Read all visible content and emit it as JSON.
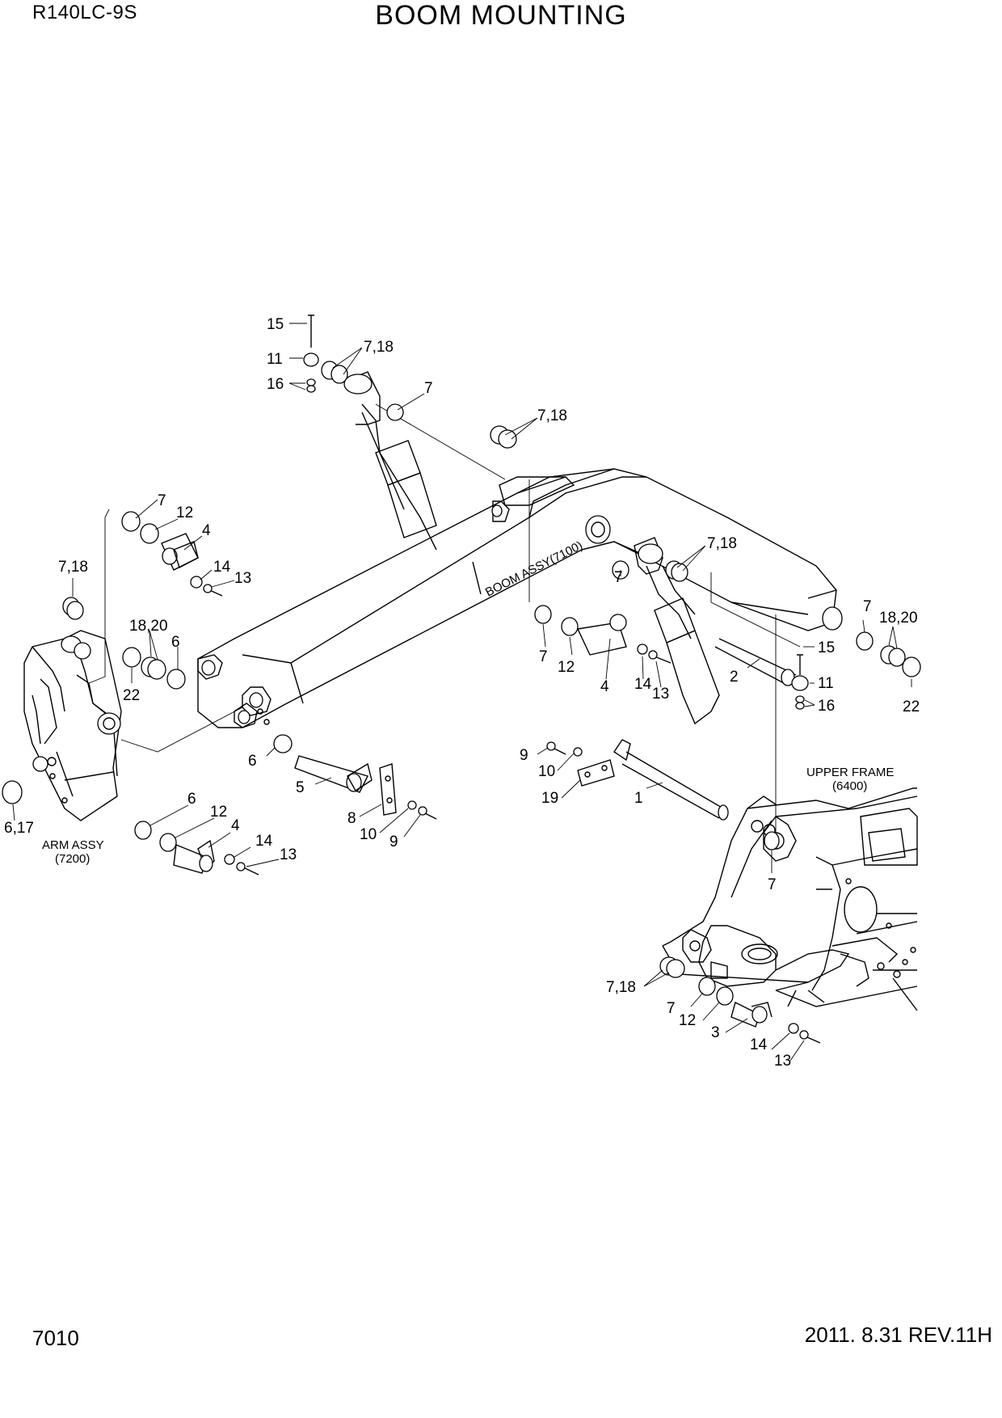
{
  "header": {
    "model": "R140LC-9S",
    "title": "BOOM MOUNTING"
  },
  "footer": {
    "page_number": "7010",
    "revision": "2011. 8.31  REV.11H"
  },
  "captions": {
    "boom_assy": "BOOM ASSY(7100)",
    "arm_assy_line1": "ARM ASSY",
    "arm_assy_line2": "(7200)",
    "upper_frame_line1": "UPPER FRAME",
    "upper_frame_line2": "(6400)"
  },
  "callouts": [
    "15",
    "11",
    "16",
    "7,18",
    "7",
    "7,18",
    "7",
    "12",
    "4",
    "14",
    "13",
    "7,18",
    "18,20",
    "6",
    "22",
    "7",
    "7,18",
    "7",
    "7",
    "12",
    "4",
    "14",
    "13",
    "2",
    "18,20",
    "15",
    "11",
    "16",
    "22",
    "6",
    "5",
    "8",
    "10",
    "9",
    "9",
    "10",
    "19",
    "1",
    "6,17",
    "6",
    "12",
    "4",
    "14",
    "13",
    "7",
    "7,18",
    "7",
    "12",
    "3",
    "14",
    "13"
  ]
}
